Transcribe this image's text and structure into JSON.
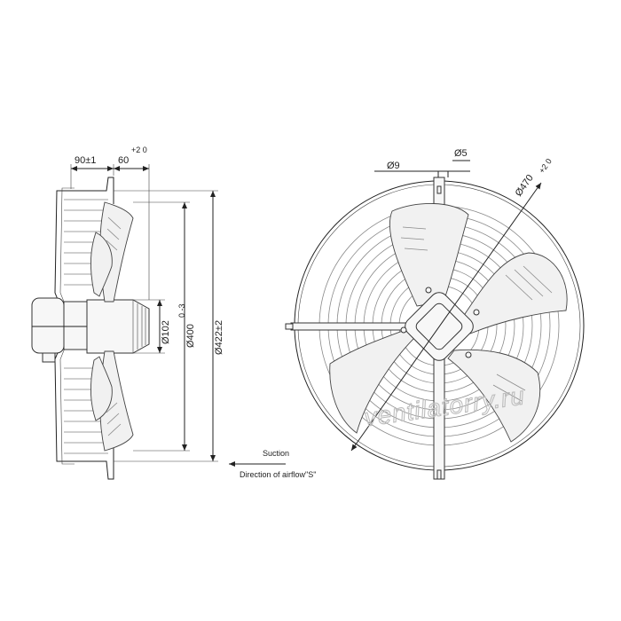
{
  "side_view": {
    "dim_depth_total": "90±1",
    "dim_depth_guard_main": "60",
    "dim_depth_guard_tol": "+2 0",
    "dim_hub_dia": "Ø102",
    "dim_impeller_dia_main": "Ø400",
    "dim_impeller_dia_tol": "0 -3",
    "dim_overall_dia": "Ø422±2",
    "suction_label": "Suction",
    "airflow_label": "Direction of airflow\"S\""
  },
  "front_view": {
    "dim_slot": "Ø9",
    "dim_slot_width": "Ø5",
    "dim_bolt_circle_main": "Ø470",
    "dim_bolt_circle_tol": "+2 0"
  },
  "watermark": "ventilatorry.ru"
}
